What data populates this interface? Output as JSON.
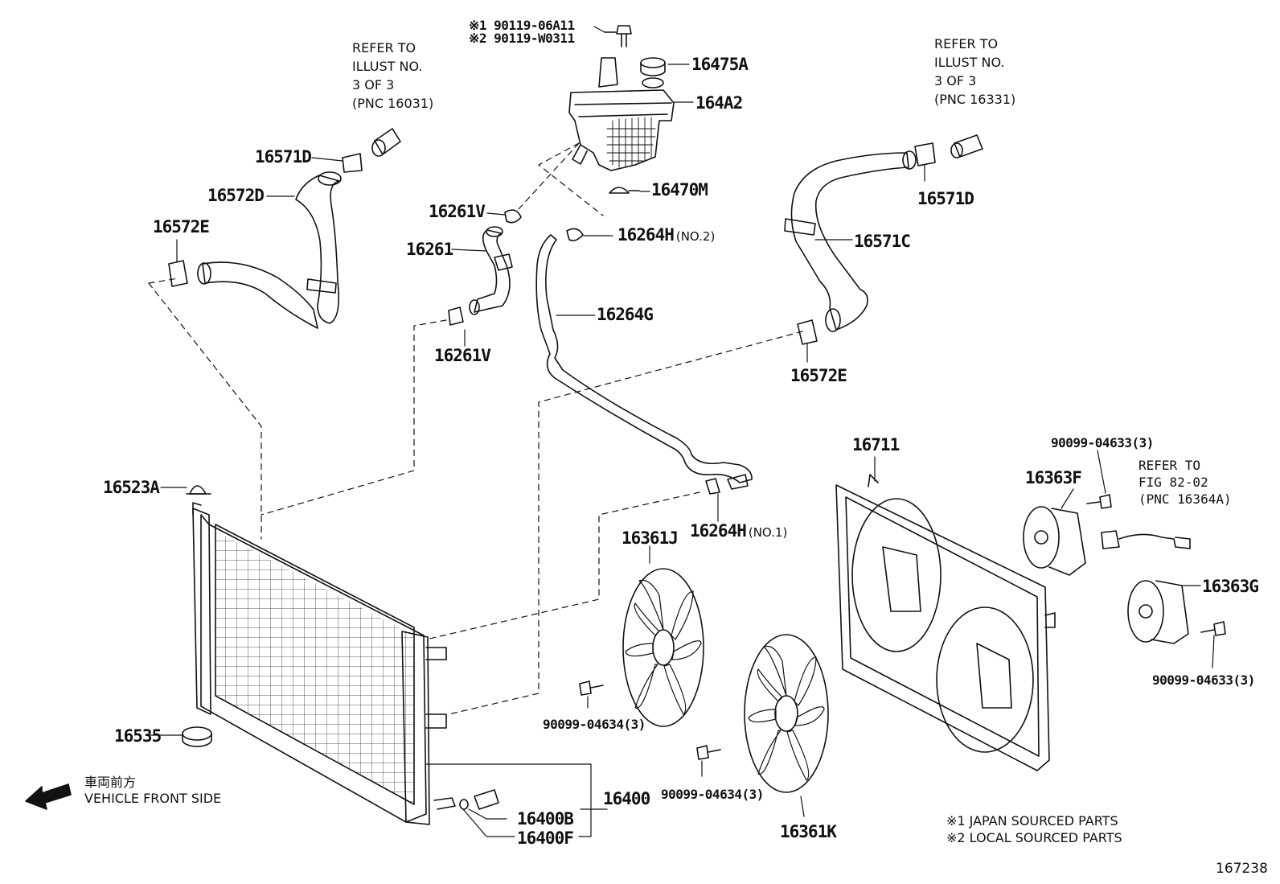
{
  "parts": {
    "p90119": [
      "※1 90119-06A11",
      "※2 90119-W0311"
    ],
    "p16475A": "16475A",
    "p164A2": "164A2",
    "p16470M": "16470M",
    "p16571D_left": "16571D",
    "p16572D": "16572D",
    "p16572E_left": "16572E",
    "p16261V_top": "16261V",
    "p16261": "16261",
    "p16261V_bottom": "16261V",
    "p16264H_no2": {
      "code": "16264H",
      "qualifier": "(NO.2)"
    },
    "p16264G": "16264G",
    "p16571D_right": "16571D",
    "p16571C": "16571C",
    "p16572E_right": "16572E",
    "p16523A": "16523A",
    "p16535": "16535",
    "p16400": "16400",
    "p16400B": "16400B",
    "p16400F": "16400F",
    "p16264H_no1": {
      "code": "16264H",
      "qualifier": "(NO.1)"
    },
    "p16361J": "16361J",
    "p16361K": "16361K",
    "p16711": "16711",
    "p16363F": "16363F",
    "p16363G": "16363G",
    "bolt_top": "90099-04633(3)",
    "bolt_right": "90099-04633(3)",
    "bolt_fan_left": "90099-04634(3)",
    "bolt_fan_mid": "90099-04634(3)"
  },
  "refs": {
    "left": [
      "REFER TO",
      "ILLUST NO.",
      "3 OF 3",
      "(PNC 16031)"
    ],
    "right": [
      "REFER TO",
      "ILLUST NO.",
      "3 OF 3",
      "(PNC 16331)"
    ],
    "fig": [
      "REFER TO",
      "FIG 82-02",
      "(PNC 16364A)"
    ]
  },
  "direction": {
    "jp": "車両前方",
    "en": "VEHICLE FRONT SIDE"
  },
  "notes": [
    "※1 JAPAN SOURCED PARTS",
    "※2 LOCAL SOURCED PARTS"
  ],
  "illustration_number": "167238",
  "icons": [
    "front-arrow-icon",
    "hose-icon",
    "clamp-icon",
    "radiator-icon",
    "fan-icon",
    "motor-icon",
    "bolt-icon",
    "reservoir-tank-icon",
    "cap-icon"
  ]
}
